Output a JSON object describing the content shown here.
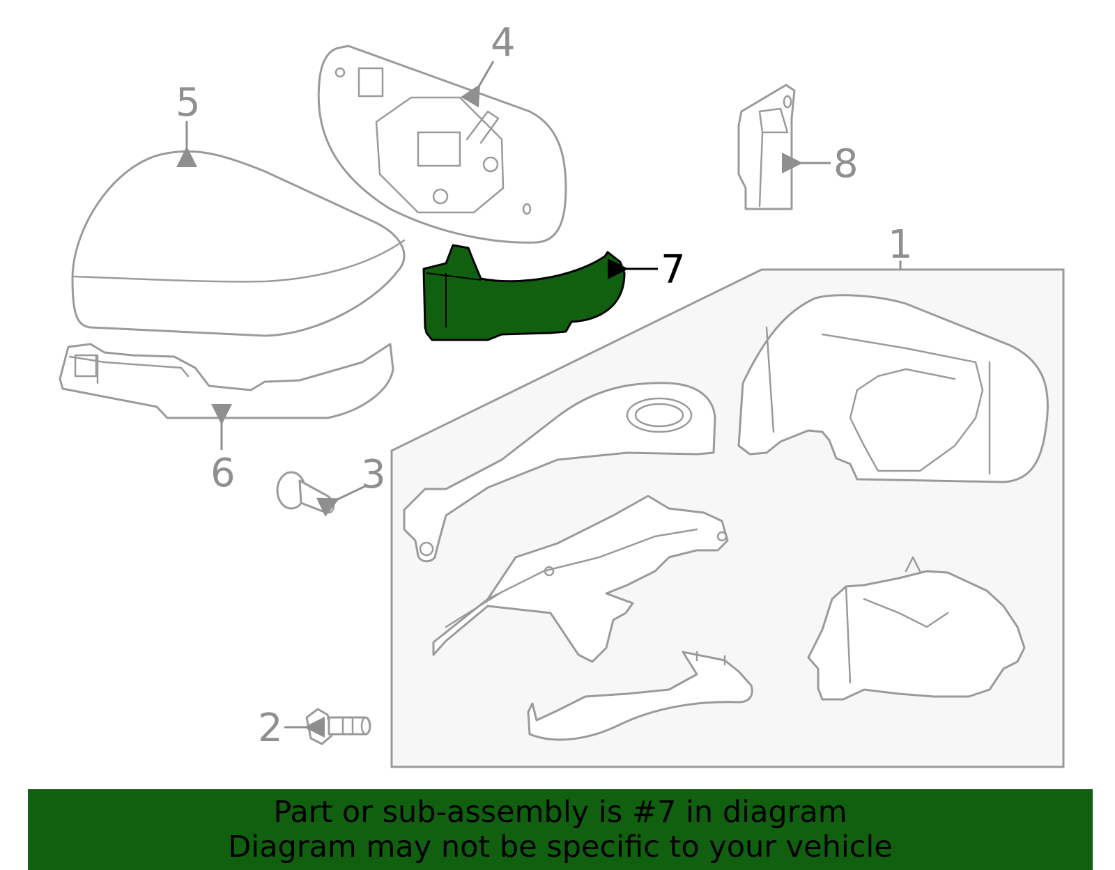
{
  "callouts": {
    "c1": "1",
    "c2": "2",
    "c3": "3",
    "c4": "4",
    "c5": "5",
    "c6": "6",
    "c7": "7",
    "c8": "8"
  },
  "highlight": {
    "part_number": "7",
    "color": "#116010"
  },
  "banner": {
    "line1": "Part or sub-assembly is #7 in diagram",
    "line2": "Diagram may not be specific to your vehicle",
    "background": "#116010"
  }
}
